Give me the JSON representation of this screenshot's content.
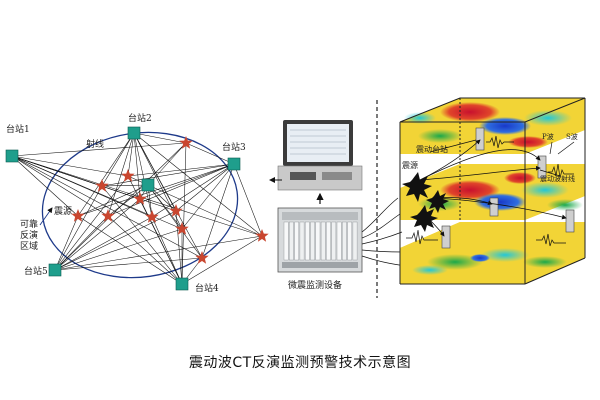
{
  "diagram": {
    "stations": [
      "台站1",
      "台站2",
      "台站3",
      "台站4",
      "台站5"
    ],
    "ray_label": "射线",
    "source_label": "震源",
    "reliable_region_label": "可靠反演区域",
    "reliable_region_lines": [
      "可靠",
      "反演",
      "区域"
    ],
    "device_label": "微震监测设备",
    "cube_labels": {
      "station": "震动台站",
      "source": "震源",
      "pwave": "P波",
      "swave": "S波",
      "ray": "震动波射线"
    }
  },
  "caption": "震动波CT反演监测预警技术示意图",
  "colors": {
    "station_fill": "#1f9e8c",
    "star": "#c9462f",
    "ellipse": "#1e3a8a",
    "ray": "#111111"
  }
}
